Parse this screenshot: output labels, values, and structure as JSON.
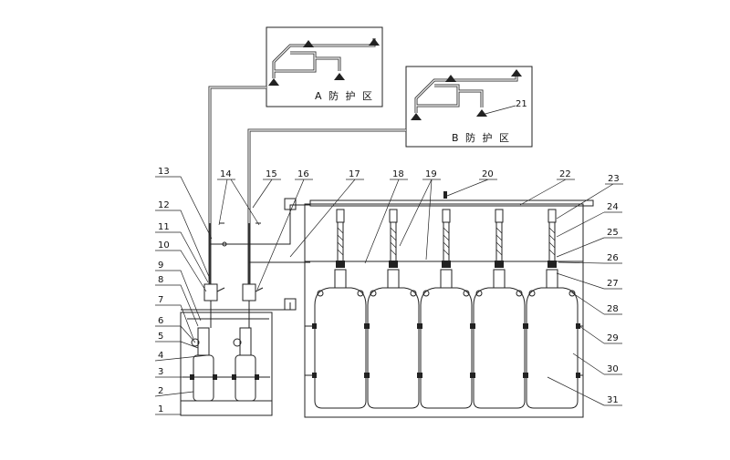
{
  "zones": {
    "a_label": "A 防 护 区",
    "b_label": "B 防 护 区"
  },
  "callouts_left": [
    "13",
    "12",
    "11",
    "10",
    "9",
    "8",
    "7",
    "6",
    "5",
    "4",
    "3",
    "2",
    "1"
  ],
  "callouts_top": [
    "14",
    "15",
    "16",
    "17",
    "18",
    "19",
    "20",
    "22",
    "23"
  ],
  "callouts_right": [
    "24",
    "25",
    "26",
    "27",
    "28",
    "29",
    "30",
    "31"
  ],
  "callout_21": "21"
}
